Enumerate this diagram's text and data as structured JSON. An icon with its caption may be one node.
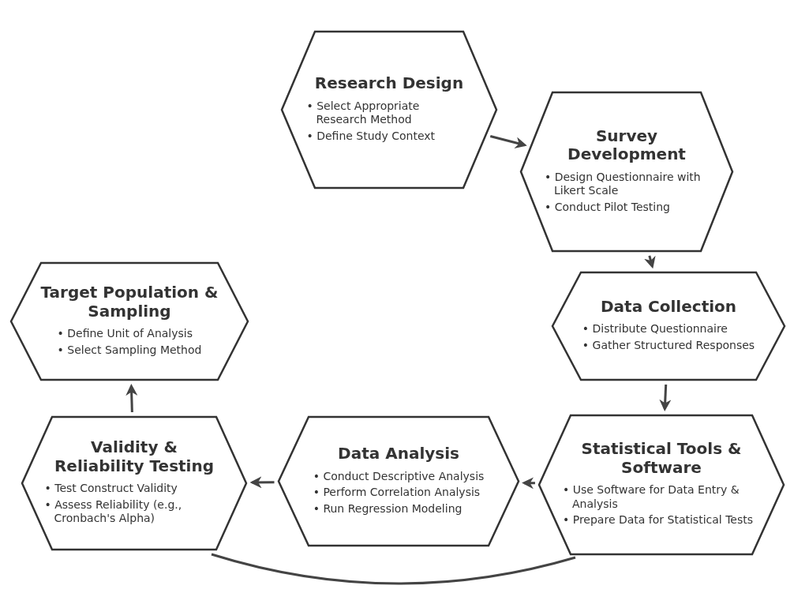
{
  "diagram": {
    "nodes": [
      {
        "text": [
          "Research Design",
          "• Select Appropriate Research Method",
          "• Define Study Context"
        ]
      },
      {
        "text": [
          "Survey Development",
          "• Design Questionnaire with Likert Scale",
          "• Conduct Pilot Testing"
        ]
      },
      {
        "text": [
          "Target Population & Sampling",
          "• Define Unit of Analysis",
          "• Select Sampling Method"
        ]
      },
      {
        "text": [
          "Data Collection",
          "• Distribute Questionnaire",
          "• Gather Structured Responses"
        ]
      },
      {
        "text": [
          "Validity & Reliability Testing",
          "• Test Construct Validity",
          "• Assess Reliability (e.g., Cronbach's Alpha)"
        ]
      },
      {
        "text": [
          "Data Analysis",
          "• Conduct Descriptive Analysis",
          "• Perform Correlation Analysis",
          "• Run Regression Modeling"
        ]
      },
      {
        "text": [
          "Statistical Tools & Software",
          "• Use Software for Data Entry & Analysis",
          "• Prepare Data for Statistical Tests"
        ]
      }
    ],
    "edges": [
      {
        "from": 0,
        "to": 1,
        "arrow": "to"
      },
      {
        "from": 1,
        "to": 3,
        "arrow": "to"
      },
      {
        "from": 3,
        "to": 6,
        "arrow": "to"
      },
      {
        "from": 6,
        "to": 5,
        "arrow": "to"
      },
      {
        "from": 5,
        "to": 4,
        "arrow": "to"
      },
      {
        "from": 4,
        "to": 2,
        "arrow": "to"
      },
      {
        "from": 6,
        "to": 4,
        "arrow": "none"
      }
    ]
  }
}
